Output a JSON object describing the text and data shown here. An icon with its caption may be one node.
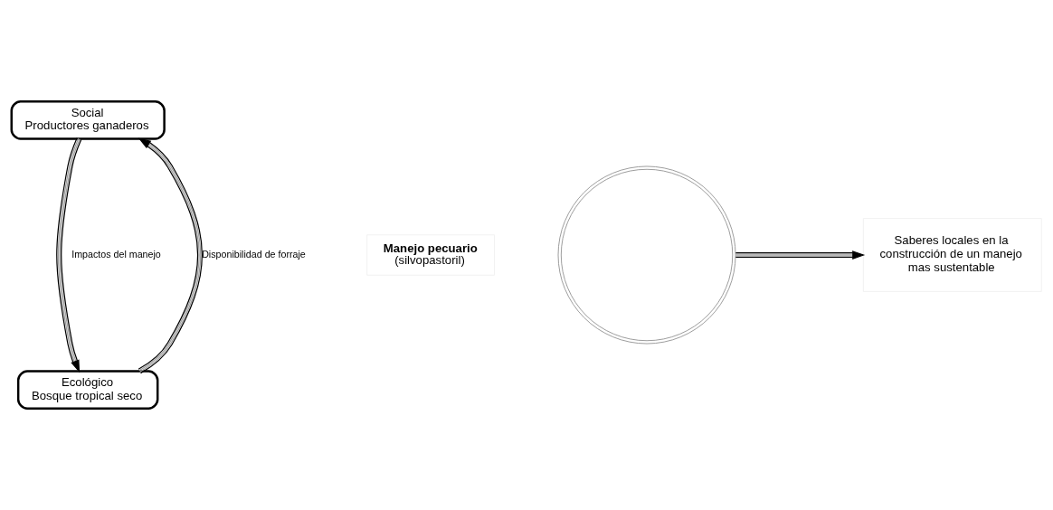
{
  "diagram": {
    "nodes": [
      {
        "text": [],
        "shape": "circle"
      },
      {
        "text": [
          "Social",
          "Productores ganaderos"
        ]
      },
      {
        "text": [
          "Ecológico",
          "Bosque tropical seco"
        ]
      },
      {
        "text": [
          "Manejo pecuario",
          "(silvopastoril)"
        ]
      },
      {
        "text": [
          "Saberes locales en la construcción de un manejo mas sustentable"
        ]
      }
    ],
    "edges": [
      {
        "from": 2,
        "to": 1,
        "arrow": "to",
        "label": "Disponibilidad de forraje"
      },
      {
        "from": 1,
        "to": 2,
        "arrow": "to",
        "label": "Impactos del manejo"
      },
      {
        "from": 0,
        "to": 4,
        "arrow": "to"
      }
    ]
  }
}
